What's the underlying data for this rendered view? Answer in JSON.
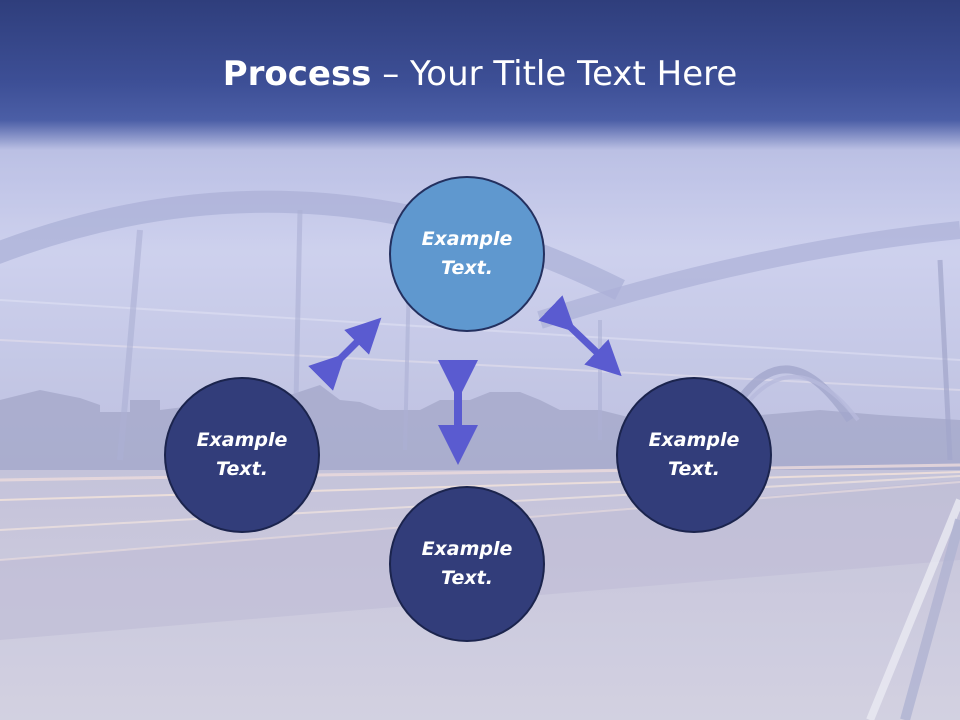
{
  "title": {
    "bold": "Process",
    "rest": " – Your Title Text Here"
  },
  "nodes": {
    "top": "Example Text.",
    "left": "Example Text.",
    "right": "Example Text.",
    "bottom": "Example Text."
  },
  "colors": {
    "title_band": "#3d4f96",
    "node_dark": "#323d7a",
    "node_light": "#5f98cf",
    "arrow": "#5a5bd0"
  }
}
